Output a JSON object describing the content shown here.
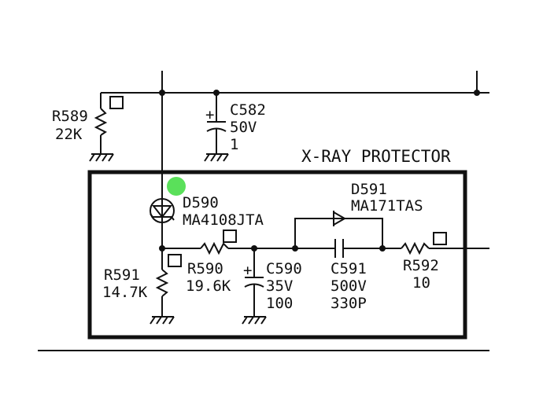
{
  "title": "X-RAY PROTECTOR",
  "colors": {
    "line": "#111111",
    "marker": "#5ae05a",
    "background": "#ffffff"
  },
  "components": {
    "r589": {
      "ref": "R589",
      "value": "22K"
    },
    "c582": {
      "ref": "C582",
      "value1": "50V",
      "value2": "1"
    },
    "d590": {
      "ref": "D590",
      "part": "MA4108JTA"
    },
    "d591": {
      "ref": "D591",
      "part": "MA171TAS"
    },
    "r591": {
      "ref": "R591",
      "value": "14.7K"
    },
    "r590": {
      "ref": "R590",
      "value": "19.6K"
    },
    "c590": {
      "ref": "C590",
      "value1": "35V",
      "value2": "100"
    },
    "c591": {
      "ref": "C591",
      "value1": "500V",
      "value2": "330P"
    },
    "r592": {
      "ref": "R592",
      "value": "10"
    }
  }
}
